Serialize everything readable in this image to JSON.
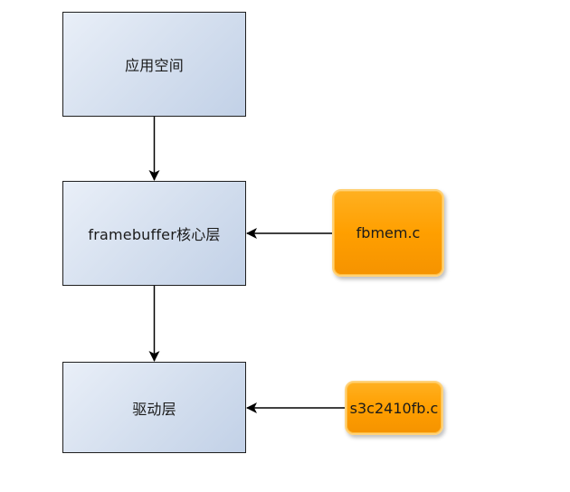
{
  "diagram": {
    "layers": {
      "app": "应用空间",
      "core": "framebuffer核心层",
      "driver": "驱动层"
    },
    "sources": {
      "fbmem": "fbmem.c",
      "s3c": "s3c2410fb.c"
    },
    "colors": {
      "layer_fill": "#d3deee",
      "source_fill": "#ff9f00",
      "stroke": "#1f1f1f"
    }
  }
}
